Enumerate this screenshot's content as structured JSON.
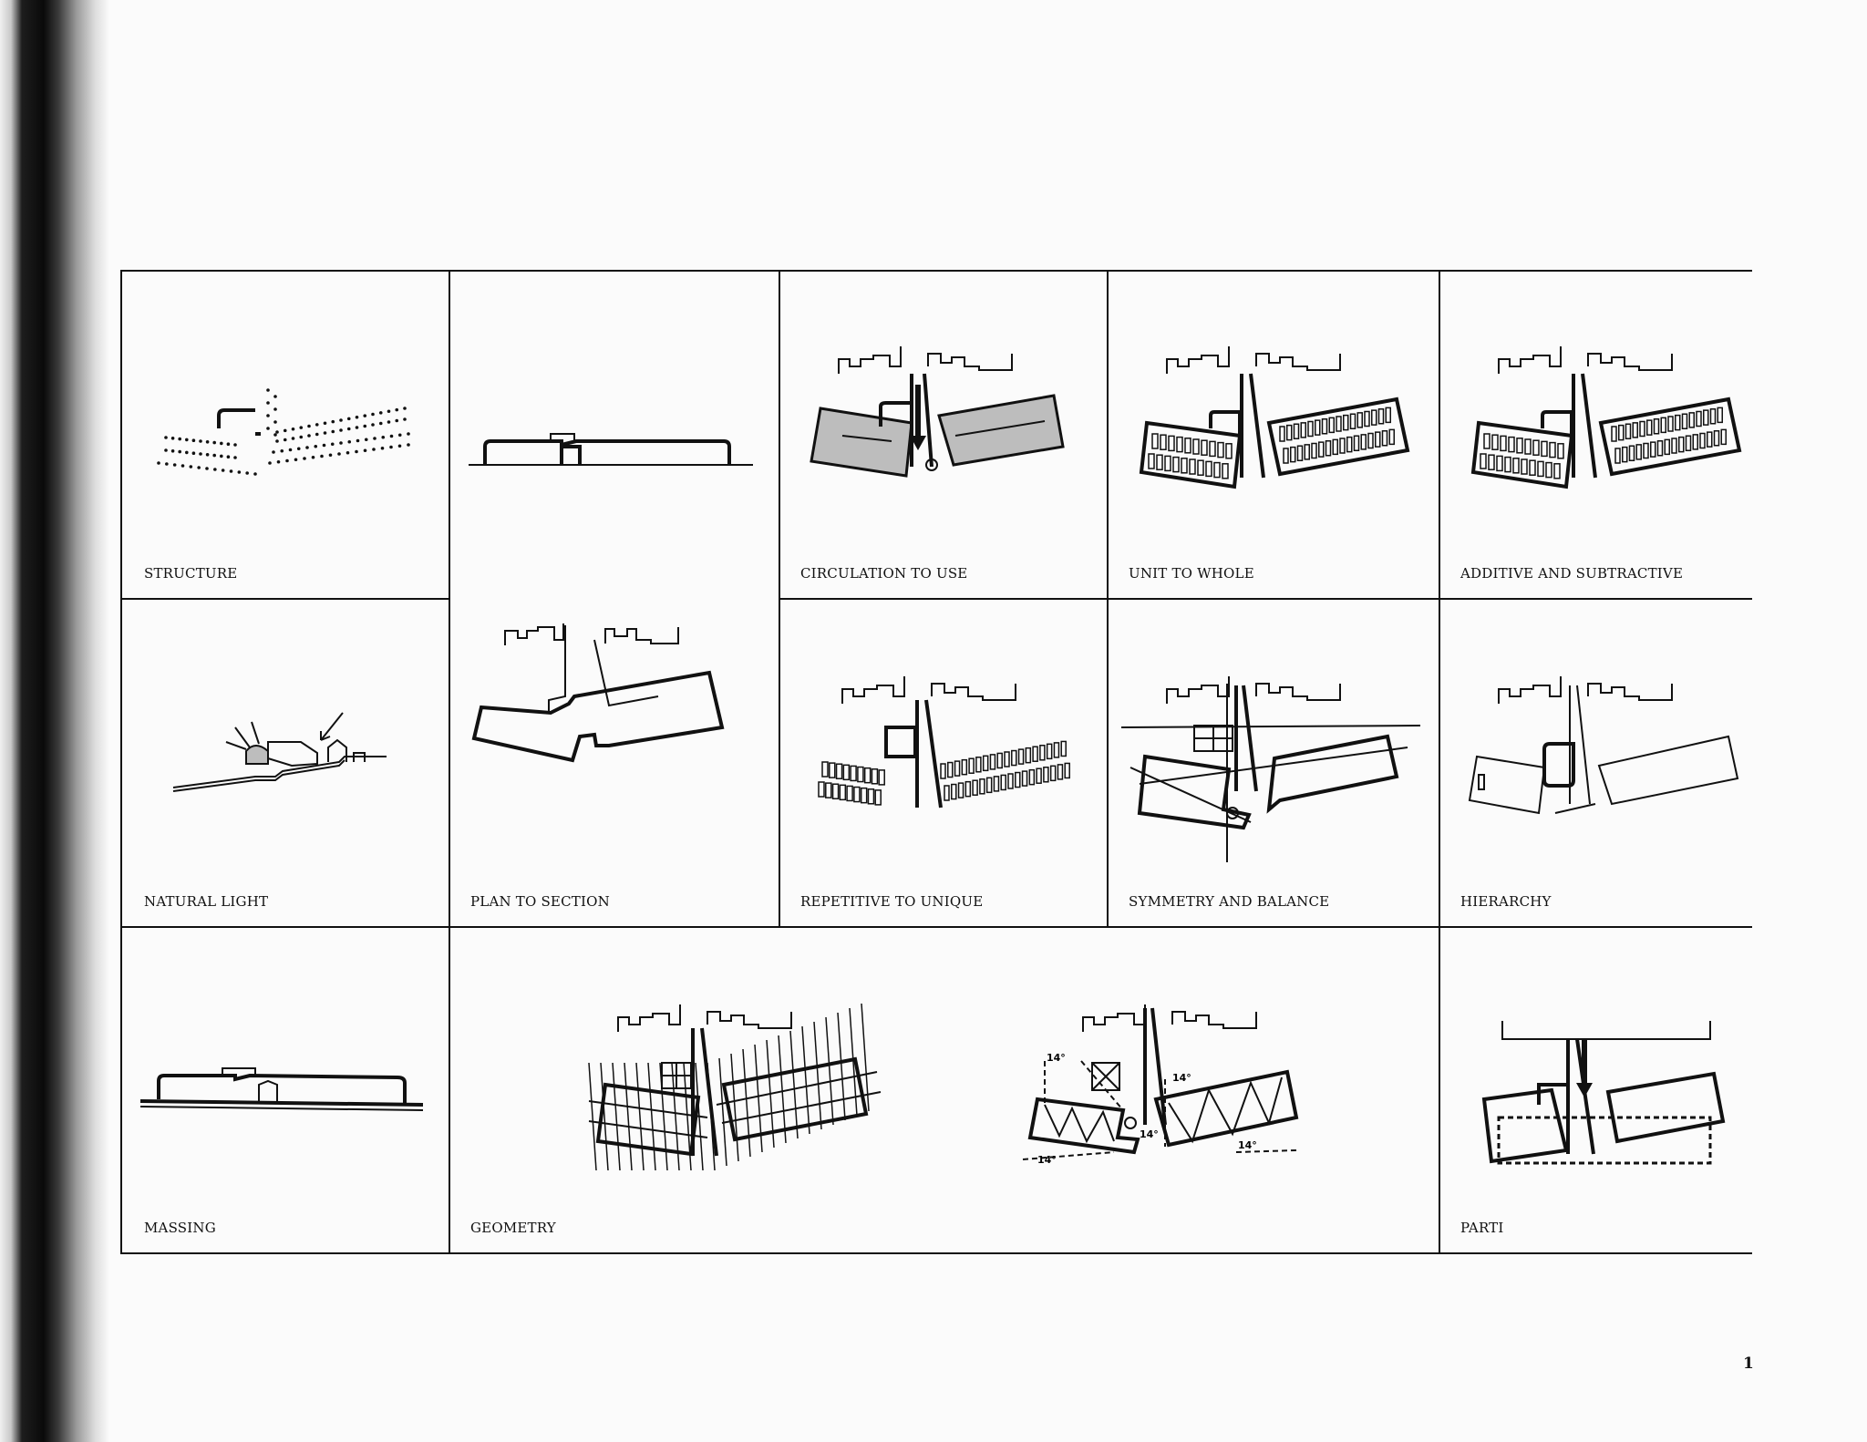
{
  "page_number": "1",
  "panels": [
    {
      "id": "structure",
      "label": "STRUCTURE"
    },
    {
      "id": "plan-to-section",
      "label": "PLAN TO SECTION"
    },
    {
      "id": "circulation-to-use",
      "label": "CIRCULATION TO USE"
    },
    {
      "id": "unit-to-whole",
      "label": "UNIT TO WHOLE"
    },
    {
      "id": "additive-and-subtractive",
      "label": "ADDITIVE AND SUBTRACTIVE"
    },
    {
      "id": "natural-light",
      "label": "NATURAL LIGHT"
    },
    {
      "id": "repetitive-to-unique",
      "label": "REPETITIVE TO UNIQUE"
    },
    {
      "id": "symmetry-and-balance",
      "label": "SYMMETRY AND BALANCE"
    },
    {
      "id": "hierarchy",
      "label": "HIERARCHY"
    },
    {
      "id": "massing",
      "label": "MASSING"
    },
    {
      "id": "geometry",
      "label": "GEOMETRY"
    },
    {
      "id": "parti",
      "label": "PARTI"
    }
  ],
  "angle_annotation": "14°"
}
